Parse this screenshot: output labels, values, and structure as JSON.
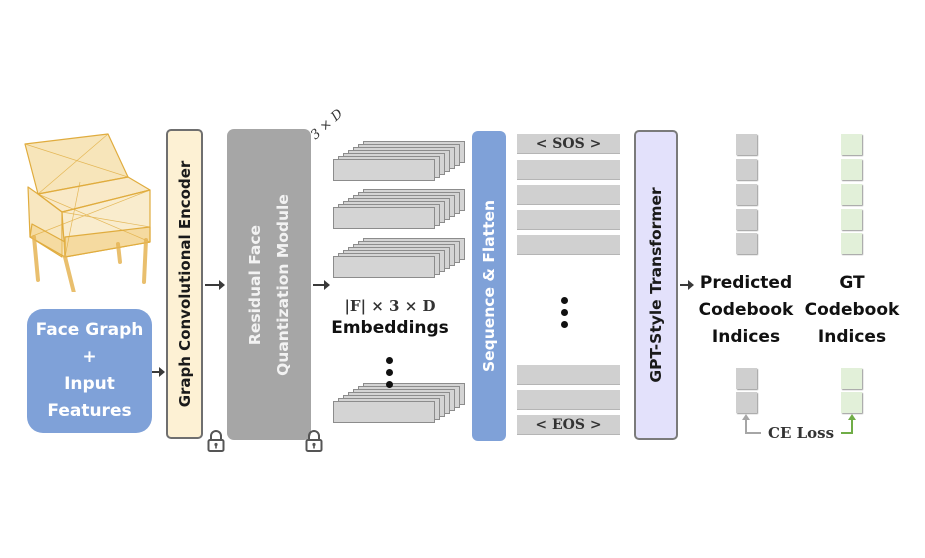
{
  "figure": {
    "input": {
      "chair_icon": "wireframe-chair-mesh",
      "face_graph_lines": [
        "Face Graph",
        "+",
        "Input",
        "Features"
      ]
    },
    "encoder": {
      "label": "Graph Convolutional Encoder",
      "frozen_icon": "lock-icon"
    },
    "quantizer": {
      "label_line1": "Residual Face",
      "label_line2": "Quantization Module",
      "frozen_icon": "lock-icon"
    },
    "embeddings": {
      "stack_dim_label": "3 × D",
      "math_label": "|F| × 3 × D",
      "label": "Embeddings",
      "ellipsis": "vertical-dots"
    },
    "sequencer": {
      "label": "Sequence & Flatten"
    },
    "tokens": {
      "start": "< SOS >",
      "end": "< EOS >",
      "ellipsis": "vertical-dots"
    },
    "transformer": {
      "label": "GPT-Style Transformer"
    },
    "predicted": {
      "lines": [
        "Predicted",
        "Codebook",
        "Indices"
      ]
    },
    "ground_truth": {
      "lines": [
        "GT",
        "Codebook",
        "Indices"
      ]
    },
    "loss": {
      "label": "CE Loss"
    },
    "colors": {
      "face_graph": "#7fa1d8",
      "encoder_fill": "#fdf1d4",
      "quantizer_fill": "#a6a6a6",
      "sequencer_fill": "#7fa1d8",
      "transformer_fill": "#e3e1fb",
      "pred_index": "#cfcfcf",
      "gt_index": "#e2f0d9",
      "gt_arrow": "#70ad47",
      "pred_arrow": "#a6a6a6",
      "chair": "#e8b64a"
    }
  }
}
